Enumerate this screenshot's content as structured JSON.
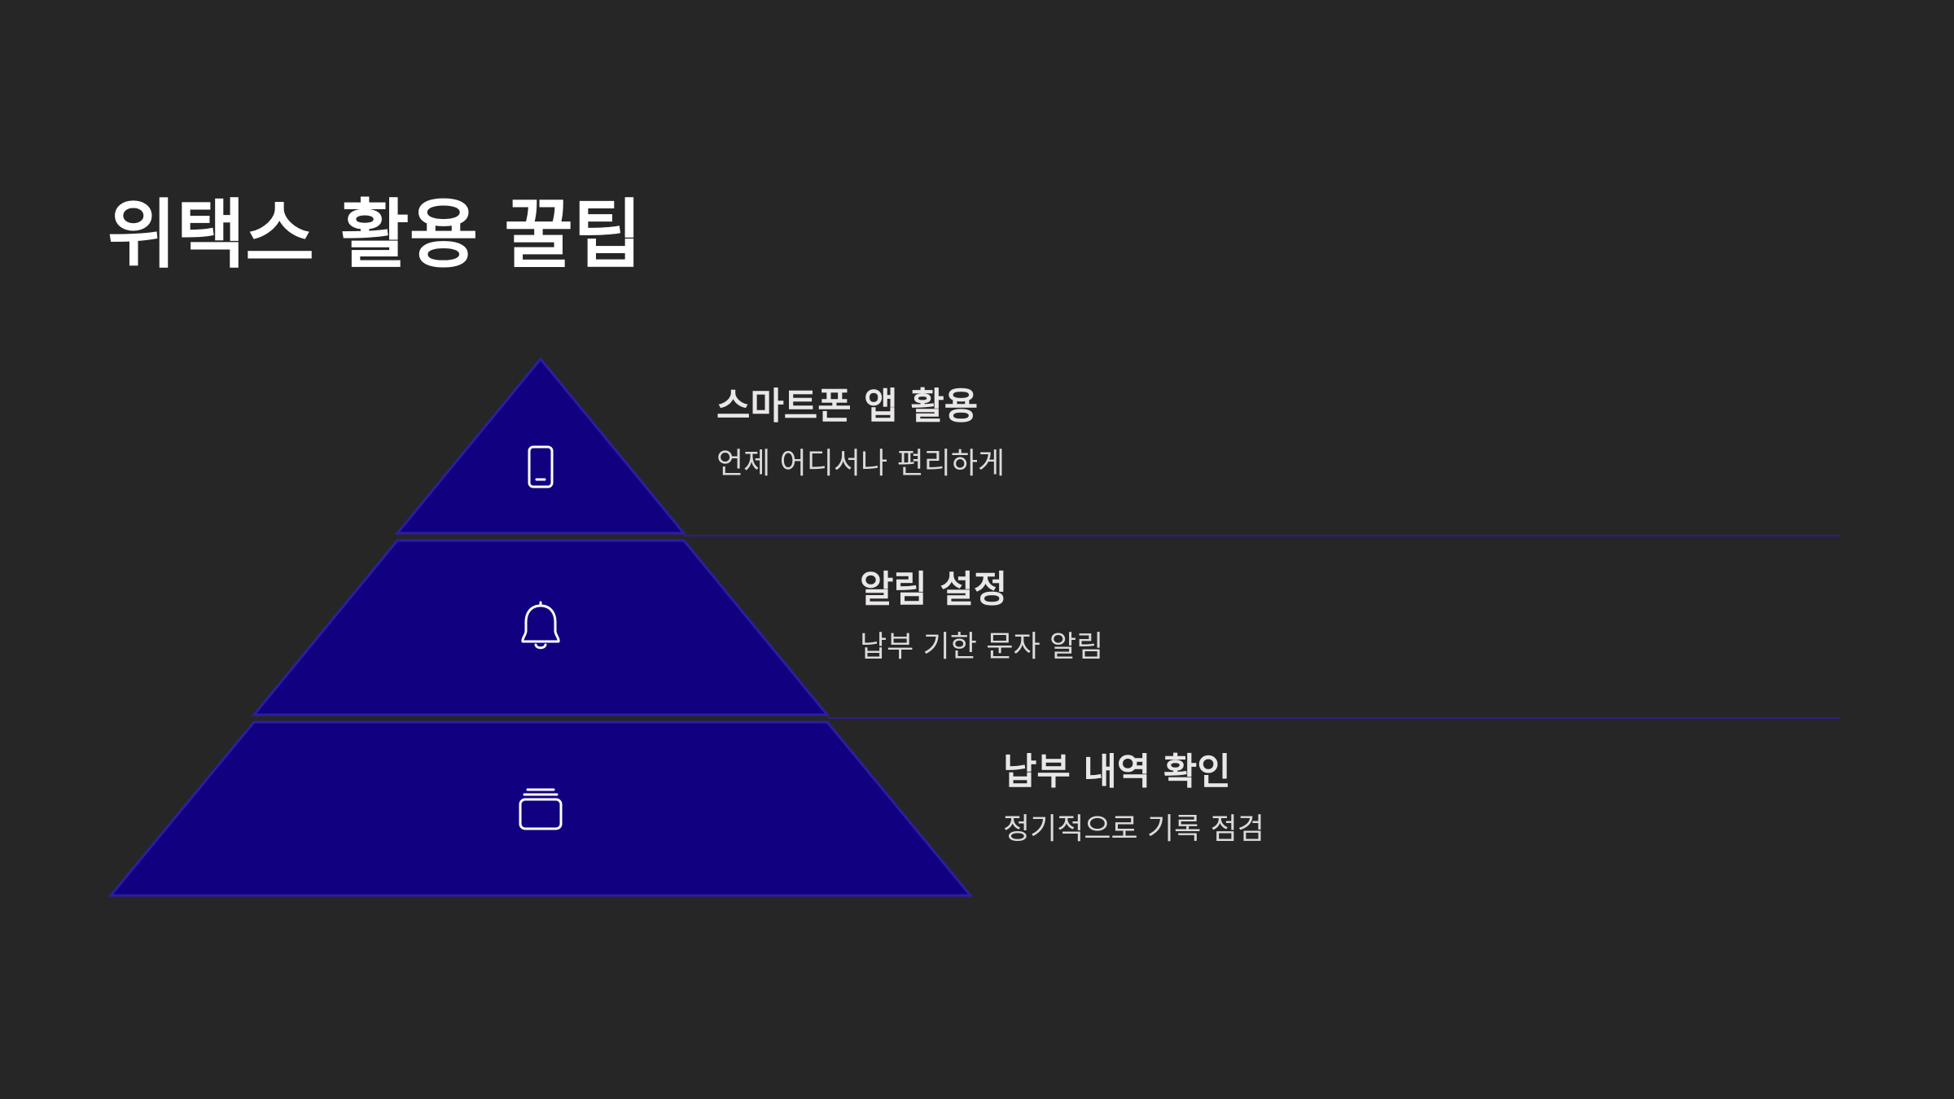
{
  "title": "위택스 활용 꿀팁",
  "colors": {
    "background": "#272627",
    "tier_fill": "#110180",
    "tier_stroke": "#2b1fa0",
    "divider": "#2a1f8a",
    "icon": "#ffffff"
  },
  "tiers": [
    {
      "heading": "스마트폰 앱 활용",
      "description": "언제 어디서나 편리하게",
      "icon": "smartphone-icon"
    },
    {
      "heading": "알림 설정",
      "description": "납부 기한 문자 알림",
      "icon": "bell-icon"
    },
    {
      "heading": "납부 내역 확인",
      "description": "정기적으로 기록 점검",
      "icon": "card-stack-icon"
    }
  ]
}
